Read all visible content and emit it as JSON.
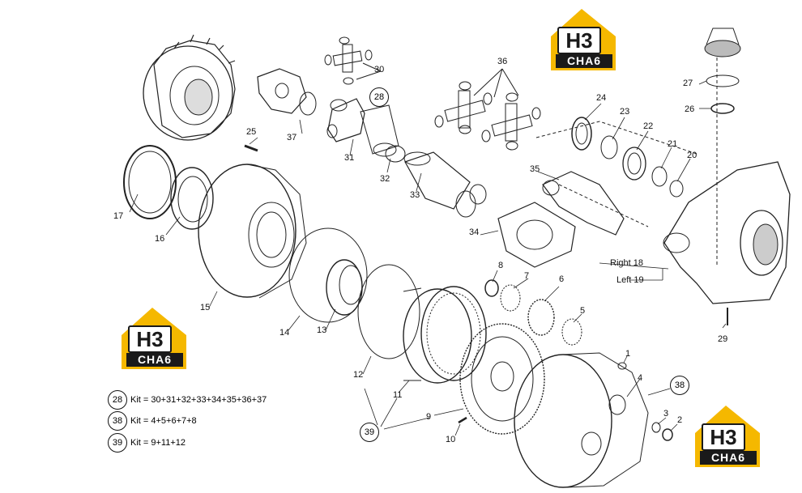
{
  "colors": {
    "logo_yellow": "#f5b800",
    "logo_dark": "#1a1a1a",
    "line": "#222222"
  },
  "logo": {
    "text_big": "H3",
    "text_small": "CHA6"
  },
  "callouts": {
    "c1": "1",
    "c2": "2",
    "c3": "3",
    "c4": "4",
    "c5": "5",
    "c6": "6",
    "c7": "7",
    "c8": "8",
    "c9": "9",
    "c10": "10",
    "c11": "11",
    "c12": "12",
    "c13": "13",
    "c14": "14",
    "c15": "15",
    "c16": "16",
    "c17": "17",
    "c20": "20",
    "c21": "21",
    "c22": "22",
    "c23": "23",
    "c24": "24",
    "c25": "25",
    "c26": "26",
    "c27": "27",
    "c29": "29",
    "c30": "30",
    "c31": "31",
    "c32": "32",
    "c33": "33",
    "c34": "34",
    "c35": "35",
    "c36": "36",
    "c37": "37",
    "right18": "Right 18",
    "left19": "Left 19",
    "kit28": "28",
    "kit38": "38",
    "kit39": "39"
  },
  "legend": [
    {
      "num": "28",
      "text": "Kit = 30+31+32+33+34+35+36+37"
    },
    {
      "num": "38",
      "text": "Kit = 4+5+6+7+8"
    },
    {
      "num": "39",
      "text": "Kit = 9+11+12"
    }
  ]
}
